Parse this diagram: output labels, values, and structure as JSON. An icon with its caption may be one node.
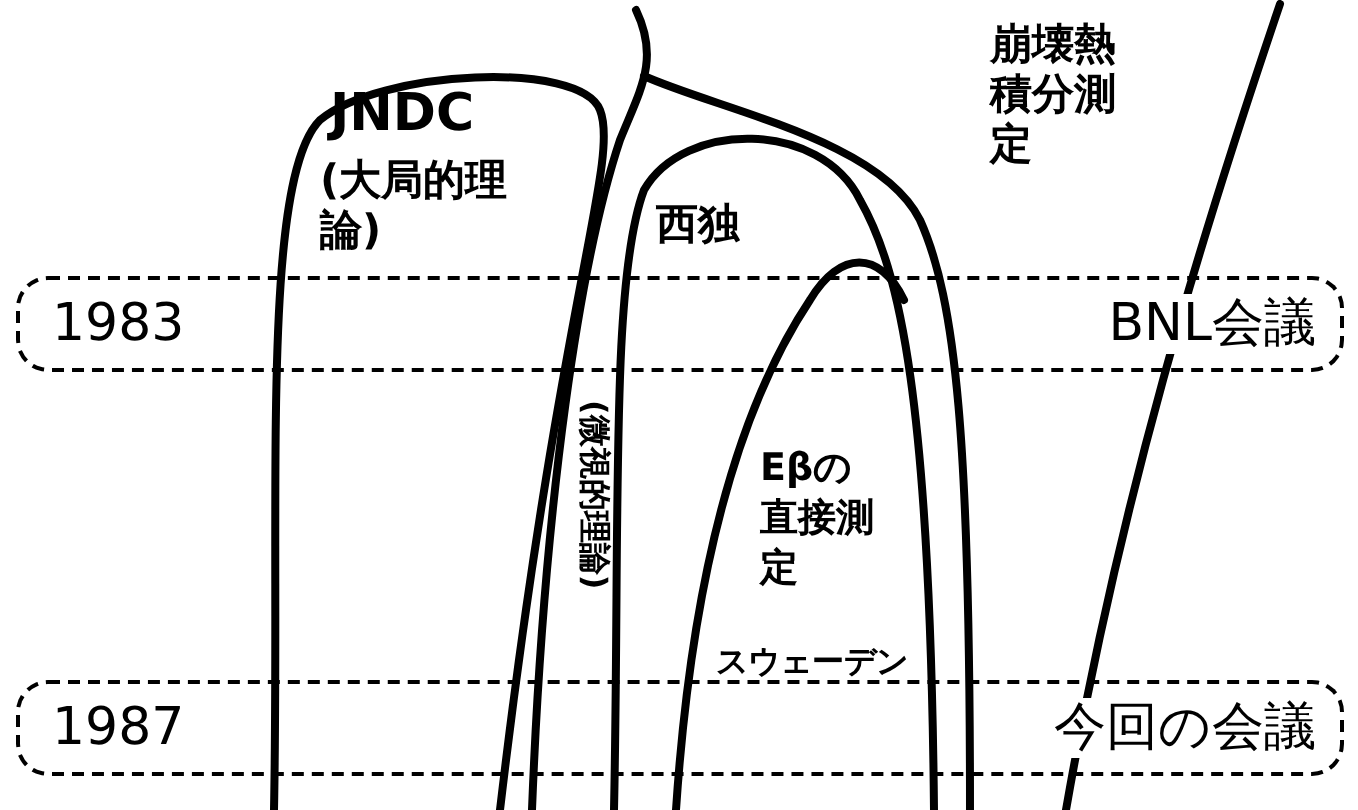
{
  "diagram": {
    "nodes": [
      {
        "text": [
          "1983",
          "BNL会議"
        ]
      },
      {
        "text": [
          "1987",
          "今回の会議"
        ]
      }
    ],
    "labels": [
      "JNDC",
      "(大局的理論)",
      "崩壊熱積分測定",
      "西独",
      "(微視的理論)",
      "Eβの直接測定",
      "スウェーデン"
    ]
  }
}
